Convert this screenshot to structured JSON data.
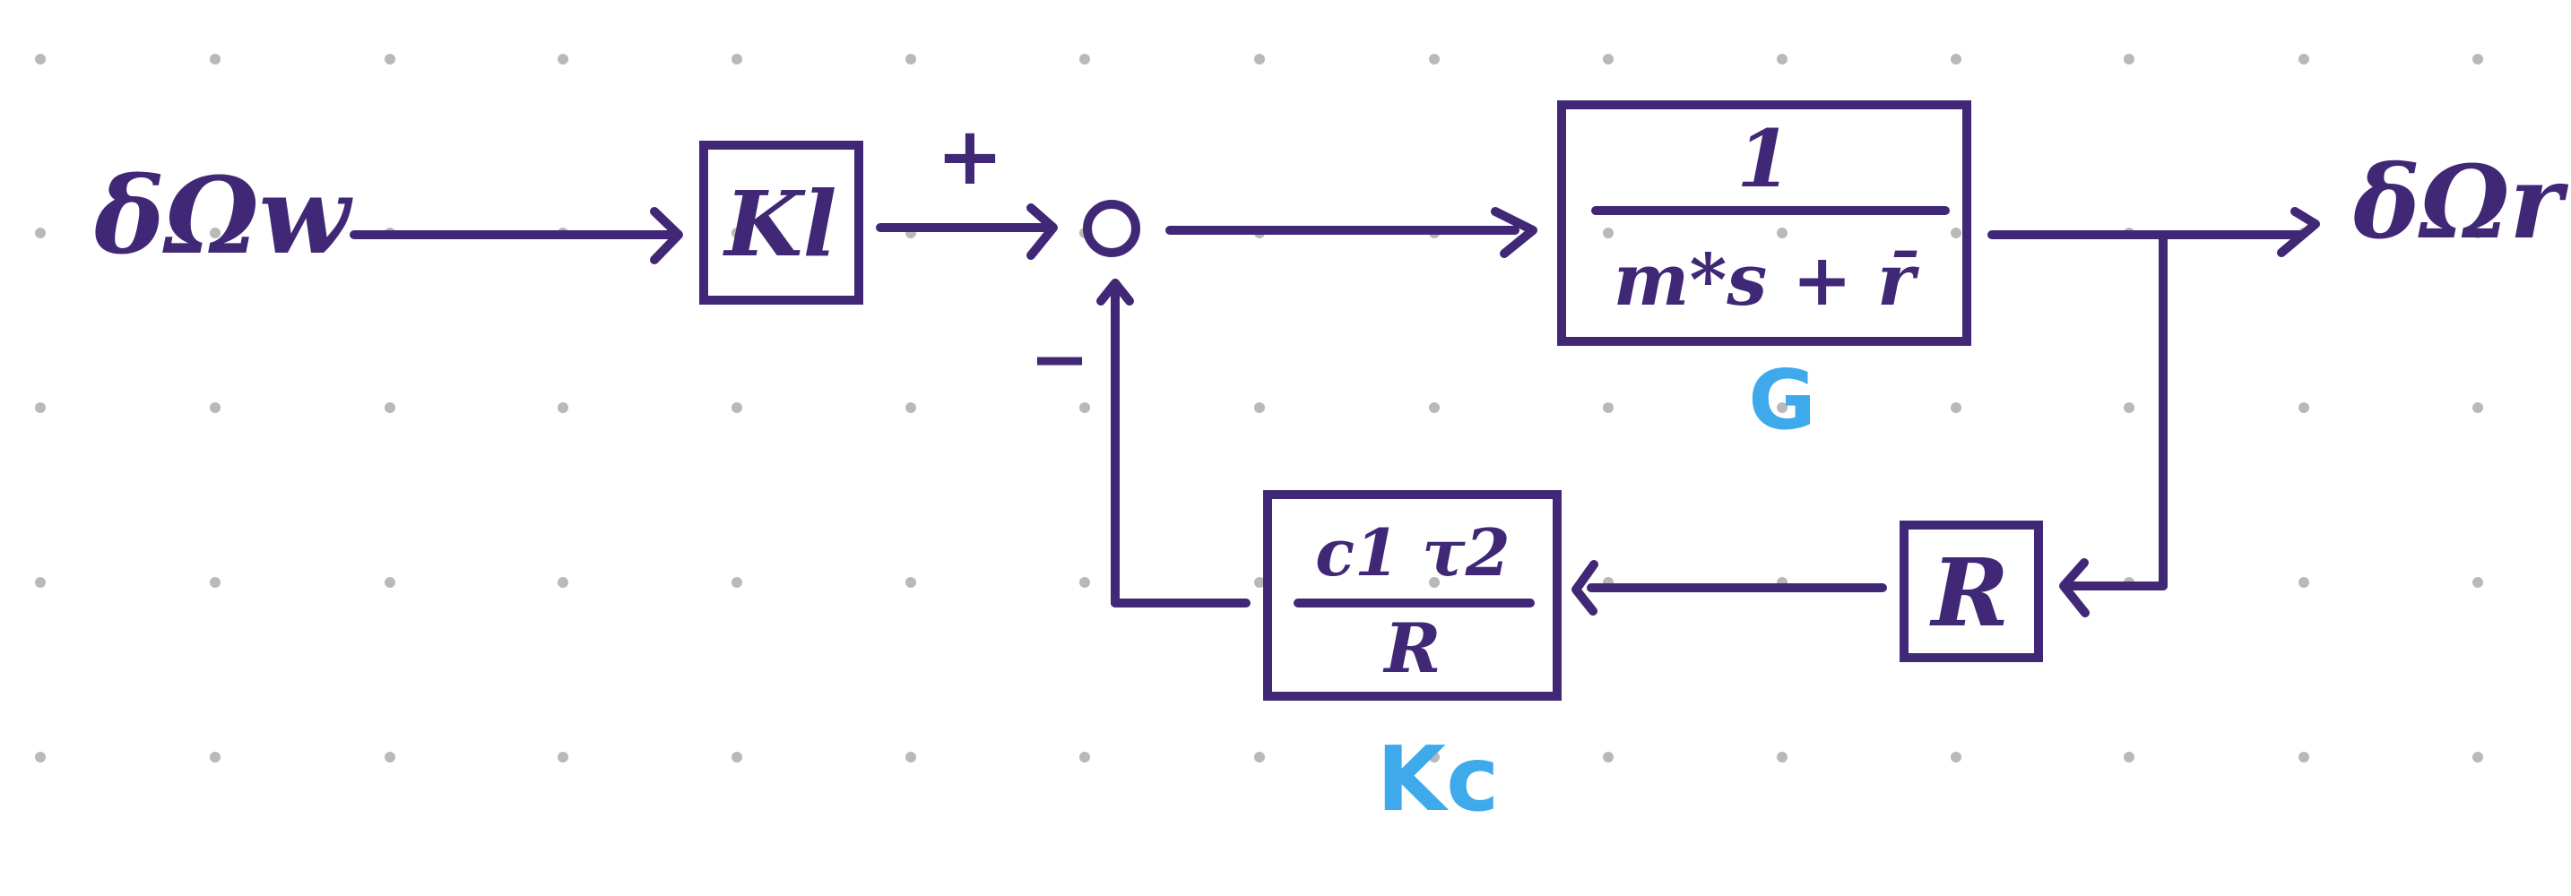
{
  "diagram": {
    "input_label": "δΩw",
    "output_label": "δΩr",
    "gain_block": {
      "label": "Kl"
    },
    "summing_junction": {
      "plus_sign": "+",
      "minus_sign": "−"
    },
    "plant_block": {
      "numerator": "1",
      "denominator": "m*s + r̄",
      "name": "G"
    },
    "radius_block": {
      "label": "R"
    },
    "feedback_block": {
      "numerator": "c1 τ2",
      "denominator": "R",
      "name": "Kc"
    }
  },
  "colors": {
    "ink": "#412877",
    "name_labels": "#3EAAEB",
    "grid_dots": "#b9b9b9"
  }
}
